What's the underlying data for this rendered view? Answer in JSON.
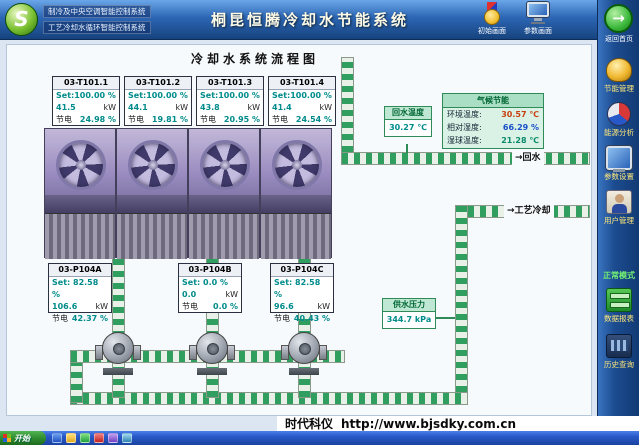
{
  "header": {
    "logo_text": "S",
    "subtitle1": "制冷及中央空调智能控制系统",
    "subtitle2": "工艺冷却水循环智能控制系统",
    "title": "桐昆恒腾冷却水节能系统",
    "nav": [
      {
        "label": "初始画面",
        "icon": "medal-icon"
      },
      {
        "label": "参数画面",
        "icon": "monitor-icon"
      }
    ]
  },
  "sidebar": {
    "home_label": "返回首页",
    "home_arrow": "→",
    "status": "正常模式",
    "items": [
      {
        "label": "节能管理",
        "icon": "gold-award-icon"
      },
      {
        "label": "能源分析",
        "icon": "pie-chart-icon"
      },
      {
        "label": "参数设置",
        "icon": "screen-settings-icon"
      },
      {
        "label": "用户管理",
        "icon": "user-icon"
      },
      {
        "label": "数据报表",
        "icon": "server-icon"
      },
      {
        "label": "历史查询",
        "icon": "history-data-icon"
      }
    ]
  },
  "flow": {
    "title": "冷却水系统流程图",
    "units": {
      "kw": "kW"
    },
    "labels": {
      "save": "节电",
      "return_water": "→回水",
      "process_cooling": "→工艺冷却"
    },
    "towers": [
      {
        "id": "03-T101.1",
        "set": "Set:100.00 %",
        "kw": "41.5",
        "save": "24.98 %"
      },
      {
        "id": "03-T101.2",
        "set": "Set:100.00 %",
        "kw": "44.1",
        "save": "19.81 %"
      },
      {
        "id": "03-T101.3",
        "set": "Set:100.00 %",
        "kw": "43.8",
        "save": "20.95 %"
      },
      {
        "id": "03-T101.4",
        "set": "Set:100.00 %",
        "kw": "41.4",
        "save": "24.54 %"
      }
    ],
    "pumps": [
      {
        "id": "03-P104A",
        "set": "Set: 82.58 %",
        "kw": "106.6",
        "save": "42.37 %"
      },
      {
        "id": "03-P104B",
        "set": "Set: 0.0 %",
        "kw": "0.0",
        "save": "0.0 %"
      },
      {
        "id": "03-P104C",
        "set": "Set: 82.58 %",
        "kw": "96.6",
        "save": "40.43 %"
      }
    ],
    "return_temp": {
      "label": "回水温度",
      "value": "30.27 ℃"
    },
    "supply_pressure": {
      "label": "供水压力",
      "value": "344.7 kPa"
    },
    "climate": {
      "title": "气候节能",
      "rows": [
        {
          "label": "环境温度:",
          "value": "30.57 ℃"
        },
        {
          "label": "相对湿度:",
          "value": "66.29 %"
        },
        {
          "label": "湿球温度:",
          "value": "21.28 ℃"
        }
      ]
    }
  },
  "watermark": {
    "brand": "时代科仪",
    "url": "http://www.bjsdky.com.cn"
  },
  "taskbar": {
    "start_label": "开始"
  },
  "colors": {
    "accent_teal": "#008b8b",
    "pipe_green": "#2f9e5f",
    "header_blue": "#2c66b4",
    "save_yellow": "#ffe87a"
  }
}
